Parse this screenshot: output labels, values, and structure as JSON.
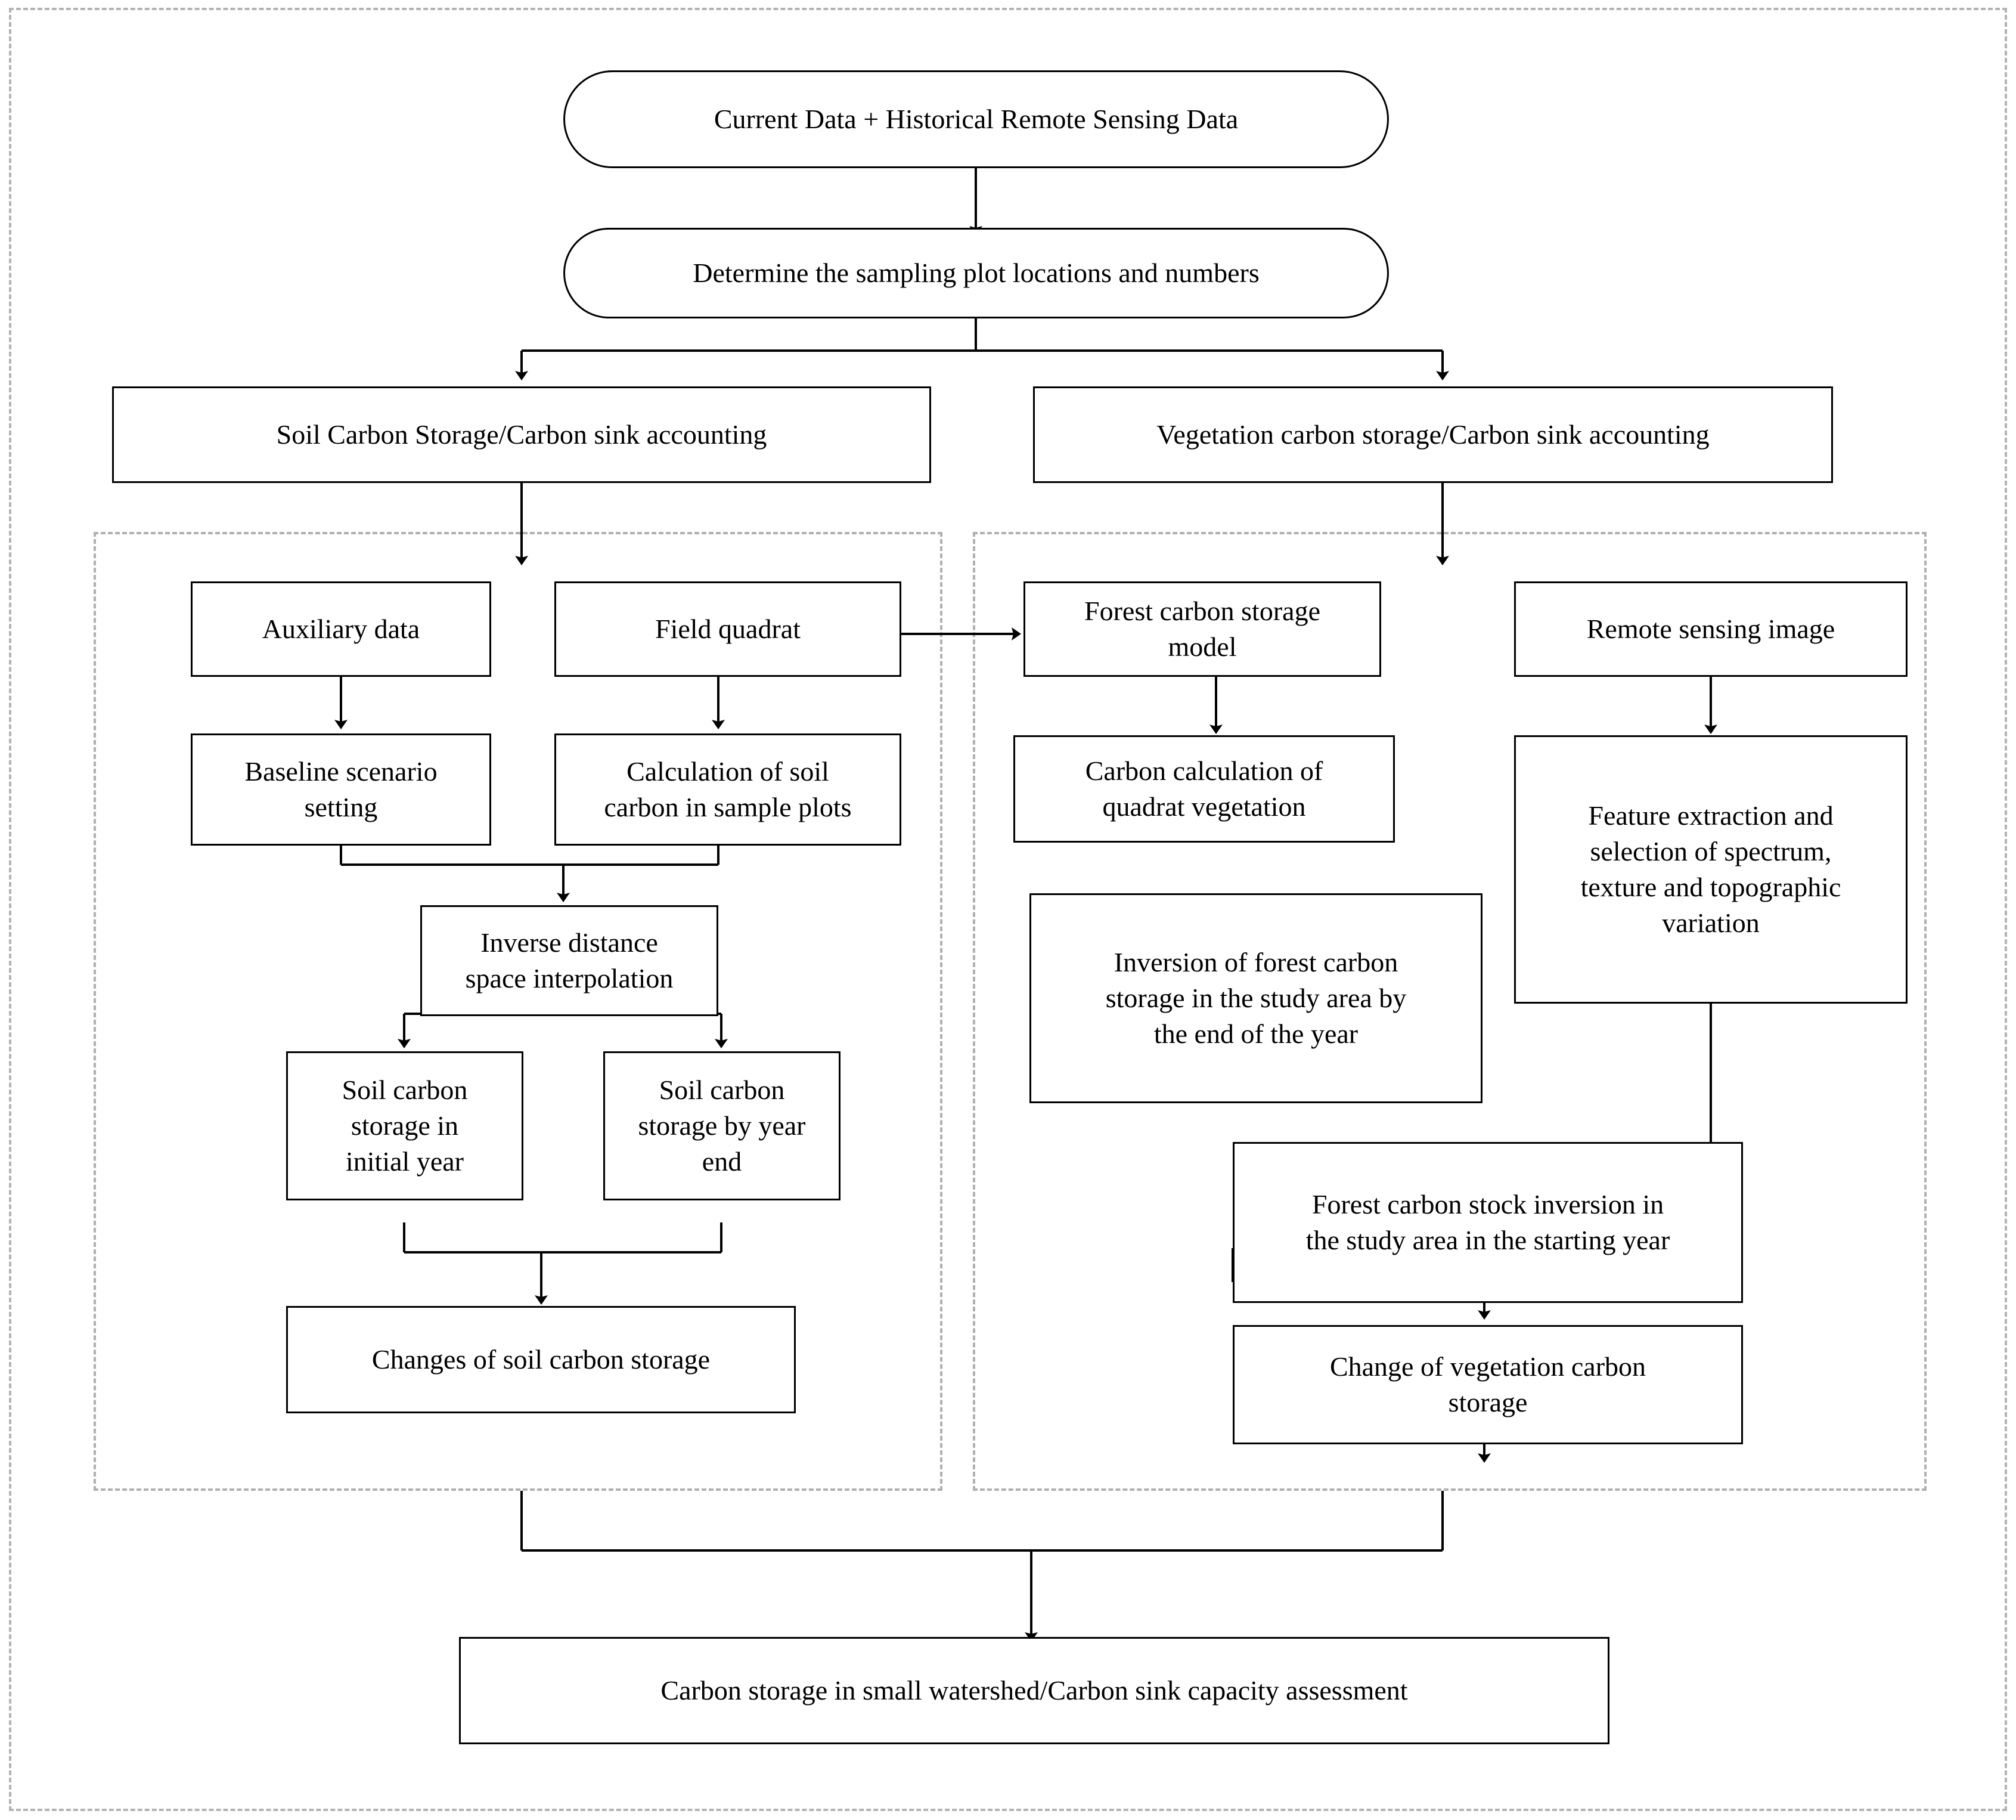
{
  "diagram": {
    "title_text_present": false,
    "colors": {
      "node_border": "#000000",
      "node_fill": "#ffffff",
      "panel_border": "#b0b0b0",
      "connector": "#000000",
      "background": "#ffffff"
    },
    "nodes": {
      "input_data": "Current Data + Historical Remote Sensing Data",
      "determine_plots": "Determine the sampling plot locations and numbers",
      "soil_accounting": "Soil Carbon Storage/Carbon sink accounting",
      "vegetation_accounting": "Vegetation carbon storage/Carbon sink accounting",
      "auxiliary_data": "Auxiliary data",
      "field_quadrat": "Field quadrat",
      "baseline_scenario": "Baseline scenario\nsetting",
      "calculation_soil_carbon": "Calculation of soil\ncarbon in sample plots",
      "inverse_distance": "Inverse distance\nspace interpolation",
      "soil_storage_initial": "Soil carbon\nstorage in\ninitial year",
      "soil_storage_year_end": "Soil carbon\nstorage by year\nend",
      "changes_soil_storage": "Changes of soil carbon storage",
      "forest_model": "Forest carbon storage\nmodel",
      "carbon_calc_quadrat": "Carbon calculation of\nquadrat vegetation",
      "remote_sensing_image": "Remote sensing image",
      "feature_extraction": "Feature extraction and\nselection of spectrum,\ntexture and topographic\nvariation",
      "inversion_end_year": "Inversion of forest carbon\nstorage in the study area by\nthe end of the year",
      "forest_stock_starting_year": "Forest carbon stock inversion in\nthe study area in the starting year",
      "change_vegetation_storage": "Change of vegetation carbon\nstorage",
      "final_assessment": "Carbon storage in small watershed/Carbon sink capacity assessment"
    },
    "panels": {
      "left_panel_label": "soil-carbon-workflow-group",
      "right_panel_label": "vegetation-carbon-workflow-group"
    },
    "flow_edges": [
      "input_data -> determine_plots",
      "determine_plots -> soil_accounting",
      "determine_plots -> vegetation_accounting",
      "soil_accounting -> left_panel",
      "vegetation_accounting -> right_panel",
      "auxiliary_data -> baseline_scenario",
      "field_quadrat -> calculation_soil_carbon",
      "field_quadrat -> forest_model",
      "baseline_scenario + calculation_soil_carbon -> inverse_distance",
      "inverse_distance -> soil_storage_initial",
      "inverse_distance -> soil_storage_year_end",
      "soil_storage_initial + soil_storage_year_end -> changes_soil_storage",
      "forest_model -> carbon_calc_quadrat",
      "remote_sensing_image -> feature_extraction",
      "inversion_end_year + feature_extraction -> forest_stock_starting_year",
      "forest_stock_starting_year -> change_vegetation_storage",
      "left_panel + right_panel -> final_assessment"
    ]
  }
}
